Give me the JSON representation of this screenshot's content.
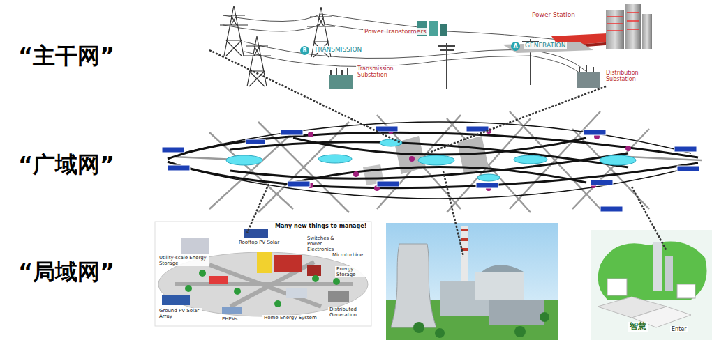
{
  "diagram": {
    "labels": [
      "“主干网”",
      "“广域网”",
      "“局域网”",
      "Power Station",
      "A",
      "GENERATION",
      "Power Transformers",
      "B",
      "TRANSMISSION",
      "Transmission Substation",
      "Distribution Substation",
      "Many new things to manage!",
      "Utility-scale Energy Storage",
      "Rooftop PV Solar",
      "Switches & Power Electronics",
      "Microturbine",
      "Energy Storage",
      "Ground PV Solar Array",
      "PHEVs",
      "Home Energy System",
      "Distributed Generation",
      "智慧",
      "Enter"
    ]
  }
}
